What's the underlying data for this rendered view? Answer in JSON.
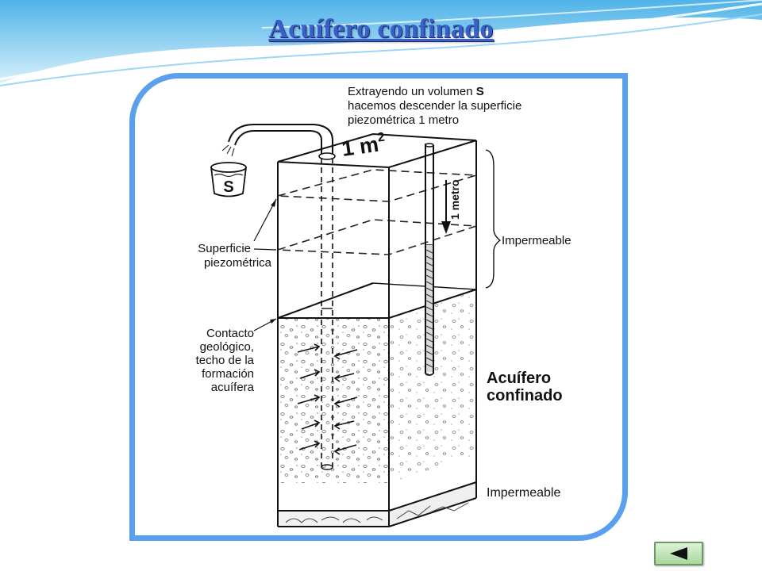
{
  "slide": {
    "title": "Acuífero confinado",
    "colors": {
      "title": "#3a5fc8",
      "frame_border": "#5aa0ec",
      "nav_button": "#a9d89c"
    }
  },
  "diagram": {
    "caption_line1_prefix": "Extrayendo un volumen ",
    "caption_line1_symbol": "S",
    "caption_line2": "hacemos descender la superficie",
    "caption_line3": "piezométrica 1 metro",
    "area_label": "1 m",
    "area_superscript": "2",
    "bucket_label": "S",
    "drop_label": "1 metro",
    "label_impermeable_top": "Impermeable",
    "label_superficie_line1": "Superficie",
    "label_superficie_line2": "piezométrica",
    "label_contacto_line1": "Contacto",
    "label_contacto_line2": "geológico,",
    "label_contacto_line3": "techo de la",
    "label_contacto_line4": "formación",
    "label_contacto_line5": "acuífera",
    "label_acuifero_line1": "Acuífero",
    "label_acuifero_line2": "confinado",
    "label_impermeable_bottom": "Impermeable"
  },
  "nav": {
    "back_icon": "triangle-left-icon"
  }
}
